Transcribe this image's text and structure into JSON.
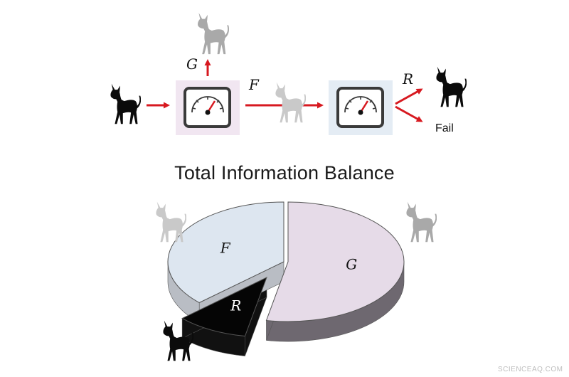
{
  "flow": {
    "g_label": "G",
    "f_label": "F",
    "r_label": "R",
    "fail_label": "Fail"
  },
  "pie": {
    "title": "Total Information Balance",
    "slices": [
      {
        "label": "G",
        "share": 0.53,
        "color": "#e6dbe8",
        "side_color": "#6e6870"
      },
      {
        "label": "R",
        "share": 0.1,
        "color": "#050505",
        "side_color": "#111111"
      },
      {
        "label": "F",
        "share": 0.37,
        "color": "#dde6f0",
        "side_color": "#b9bdc4"
      }
    ]
  },
  "colors": {
    "arrow": "#d71920",
    "cat_dark": "#0b0b0b",
    "cat_grey": "#a9a9a9",
    "cat_light": "#c9c9c9",
    "meter_box_1": "#f1e6f1",
    "meter_box_2": "#e4ecf4"
  },
  "icons": [
    "cat-icon",
    "gauge-icon",
    "arrow-icon"
  ],
  "watermark": "SCIENCEAQ.COM"
}
